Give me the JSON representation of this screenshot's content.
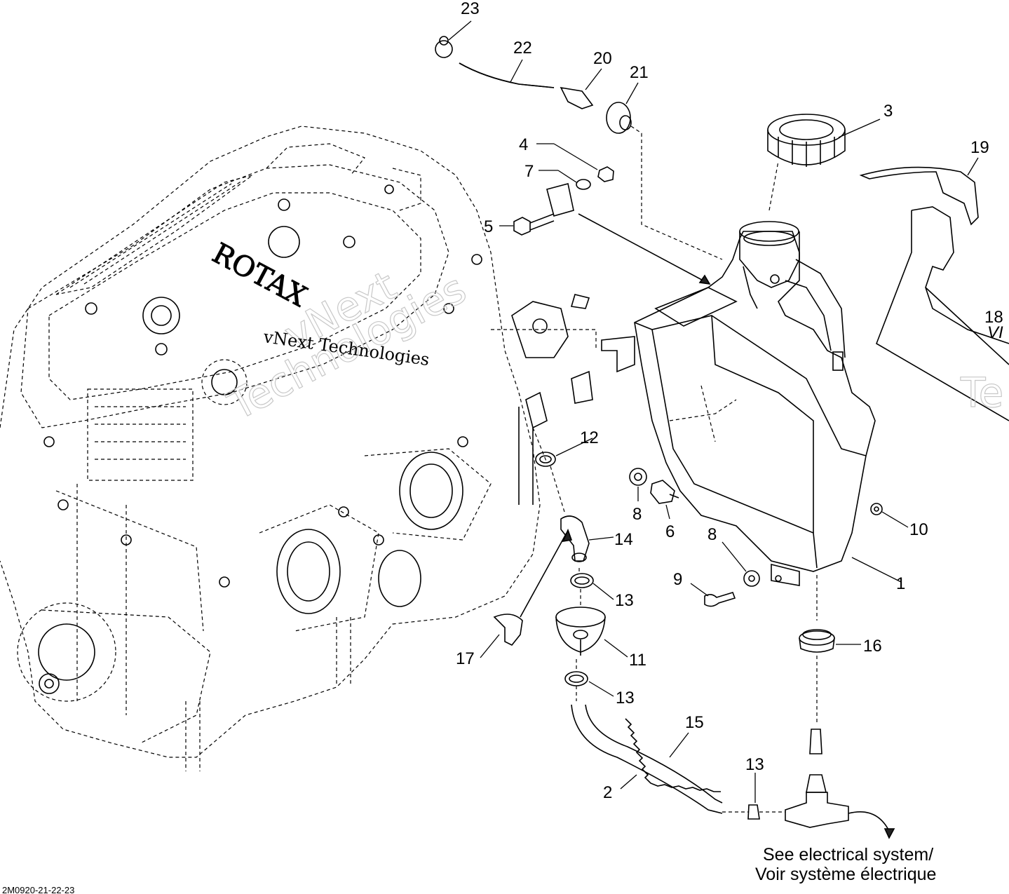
{
  "figure_code": "2M0920-21-22-23",
  "note": {
    "line1": "See electrical system/",
    "line2": "Voir système électrique"
  },
  "watermarks": {
    "dark": "vNext Technologies",
    "light_line1": "vNext",
    "light_line2": "Technologies",
    "right_edge": "Te"
  },
  "engine_lettering": "ROTAX",
  "callouts": {
    "c1": "1",
    "c2": "2",
    "c3": "3",
    "c4": "4",
    "c5": "5",
    "c6": "6",
    "c7": "7",
    "c8a": "8",
    "c8b": "8",
    "c9": "9",
    "c10": "10",
    "c11": "11",
    "c12": "12",
    "c13a": "13",
    "c13b": "13",
    "c13c": "13",
    "c14": "14",
    "c15": "15",
    "c16": "16",
    "c17": "17",
    "c18": "18",
    "c19": "19",
    "c20": "20",
    "c21": "21",
    "c22": "22",
    "c23": "23"
  },
  "partial_label_18": "VI"
}
